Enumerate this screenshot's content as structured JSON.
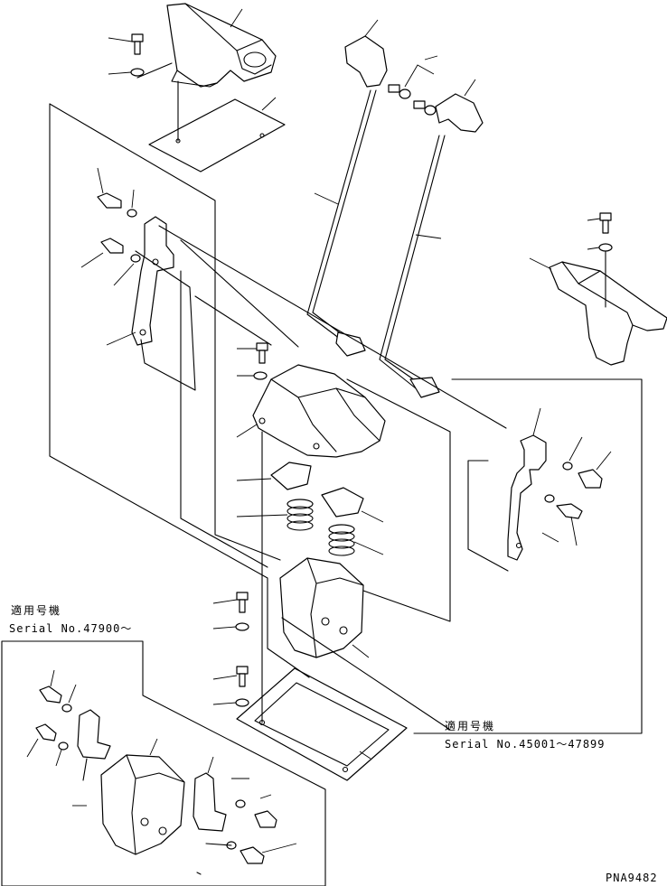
{
  "notes": {
    "lower_left": {
      "heading": "適用号機",
      "serial": "Serial No.47900～"
    },
    "right": {
      "heading": "適用号機",
      "serial": "Serial No.45001～47899"
    }
  },
  "drawing_code": "PNA9482",
  "colors": {
    "ink": "#000000",
    "paper": "#ffffff"
  }
}
